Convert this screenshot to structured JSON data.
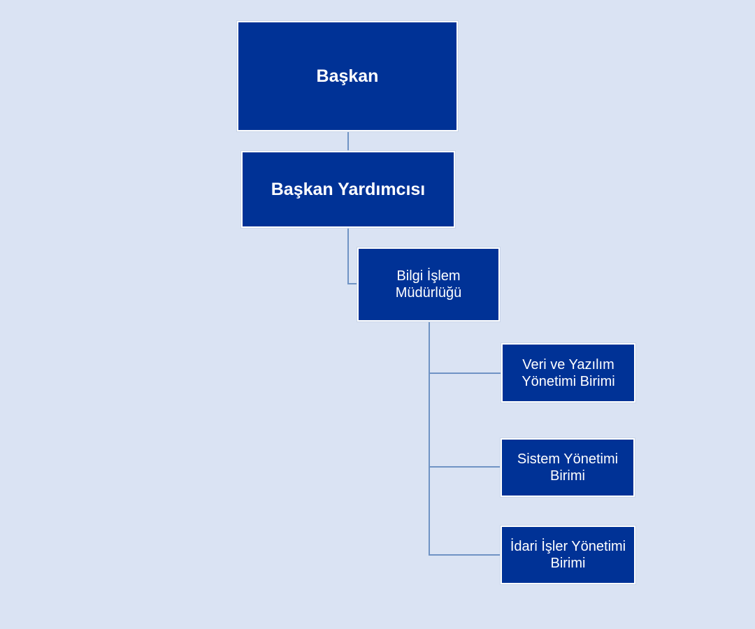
{
  "colors": {
    "background": "#dae3f3",
    "node_fill": "#003296",
    "node_text": "#ffffff",
    "connector": "#6f93c4"
  },
  "org_chart": {
    "president": "Başkan",
    "vice_president": "Başkan Yardımcısı",
    "it_directorate": "Bilgi İşlem\nMüdürlüğü",
    "units": [
      "Veri ve Yazılım\nYönetimi Birimi",
      "Sistem Yönetimi\nBirimi",
      "İdari İşler Yönetimi\nBirimi"
    ]
  }
}
